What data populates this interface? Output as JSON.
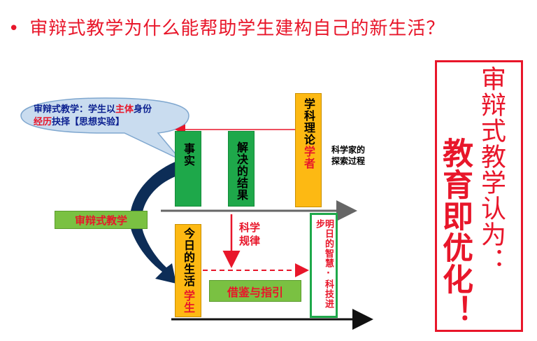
{
  "title": "审辩式教学为什么能帮助学生建构自己的新生活？",
  "callout": {
    "part1": "审辩式教学：学生以",
    "part2": "主体",
    "part3": "身份",
    "part4": "经历",
    "part5": "抉择",
    "part6": "【思想实验】"
  },
  "boxes": {
    "fact": "事实",
    "solution": "解决的结果",
    "theory_top": "学科理论",
    "theory_scholar": "学者",
    "today_life": "今日的生活",
    "today_student": "学生",
    "tomorrow": "明日的智慧·科技进步"
  },
  "labels": {
    "method": "审辩式教学",
    "law_line1": "科学",
    "law_line2": "规律",
    "guide": "借鉴与指引",
    "explore_line1": "科学家的",
    "explore_line2": "探索过程"
  },
  "panel": {
    "col1": "审辩式教学认为：",
    "col2": "教育即优化！"
  },
  "colors": {
    "red": "#e8162a",
    "green": "#1ea84a",
    "orange": "#fdb913",
    "navy": "#0d2d57",
    "callout_fill": "#c9dcef"
  }
}
